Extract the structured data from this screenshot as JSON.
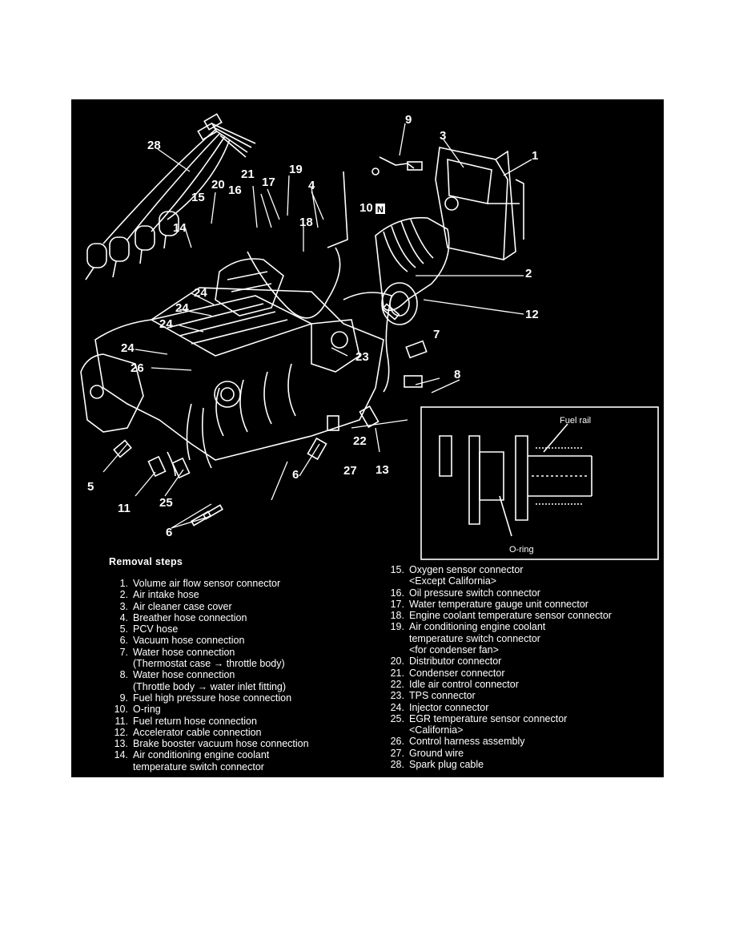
{
  "figure": {
    "callouts": [
      "28",
      "9",
      "3",
      "1",
      "21",
      "19",
      "20",
      "16",
      "17",
      "4",
      "15",
      "18",
      "10",
      "14",
      "2",
      "24",
      "24",
      "24",
      "24",
      "12",
      "7",
      "23",
      "26",
      "8",
      "22",
      "5",
      "6",
      "27",
      "13",
      "11",
      "25",
      "6"
    ],
    "n_badge": "N",
    "inset": {
      "fuel_rail_label": "Fuel rail",
      "oring_label": "O-ring"
    },
    "removal_title": "Removal steps",
    "steps_left": [
      {
        "num": "1.",
        "text": "Volume air flow sensor connector",
        "cont": ""
      },
      {
        "num": "2.",
        "text": "Air intake hose",
        "cont": ""
      },
      {
        "num": "3.",
        "text": "Air cleaner case cover",
        "cont": ""
      },
      {
        "num": "4.",
        "text": "Breather hose connection",
        "cont": ""
      },
      {
        "num": "5.",
        "text": "PCV hose",
        "cont": ""
      },
      {
        "num": "6.",
        "text": "Vacuum hose connection",
        "cont": ""
      },
      {
        "num": "7.",
        "text": "Water hose connection",
        "cont": "(Thermostat case → throttle body)"
      },
      {
        "num": "8.",
        "text": "Water hose connection",
        "cont": "(Throttle body → water inlet fitting)"
      },
      {
        "num": "9.",
        "text": "Fuel high pressure hose connection",
        "cont": ""
      },
      {
        "num": "10.",
        "text": "O-ring",
        "cont": ""
      },
      {
        "num": "11.",
        "text": "Fuel return hose connection",
        "cont": ""
      },
      {
        "num": "12.",
        "text": "Accelerator cable connection",
        "cont": ""
      },
      {
        "num": "13.",
        "text": "Brake booster vacuum hose connection",
        "cont": ""
      },
      {
        "num": "14.",
        "text": "Air conditioning engine coolant",
        "cont": "temperature switch connector"
      }
    ],
    "steps_right": [
      {
        "num": "15.",
        "text": "Oxygen sensor connector",
        "cont": "<Except California>"
      },
      {
        "num": "16.",
        "text": "Oil pressure switch connector",
        "cont": ""
      },
      {
        "num": "17.",
        "text": "Water temperature gauge unit connector",
        "cont": ""
      },
      {
        "num": "18.",
        "text": "Engine coolant temperature sensor connector",
        "cont": ""
      },
      {
        "num": "19.",
        "text": "Air conditioning engine coolant",
        "cont": "temperature switch connector"
      },
      {
        "num": "",
        "text": "",
        "cont": "<for condenser fan>"
      },
      {
        "num": "20.",
        "text": "Distributor connector",
        "cont": ""
      },
      {
        "num": "21.",
        "text": "Condenser connector",
        "cont": ""
      },
      {
        "num": "22.",
        "text": "Idle air control connector",
        "cont": ""
      },
      {
        "num": "23.",
        "text": "TPS connector",
        "cont": ""
      },
      {
        "num": "24.",
        "text": "Injector connector",
        "cont": ""
      },
      {
        "num": "25.",
        "text": "EGR temperature sensor connector",
        "cont": "<California>"
      },
      {
        "num": "26.",
        "text": "Control harness assembly",
        "cont": ""
      },
      {
        "num": "27.",
        "text": "Ground wire",
        "cont": ""
      },
      {
        "num": "28.",
        "text": "Spark plug cable",
        "cont": ""
      }
    ]
  },
  "colors": {
    "background": "#000000",
    "ink": "#ffffff",
    "page": "#ffffff"
  }
}
